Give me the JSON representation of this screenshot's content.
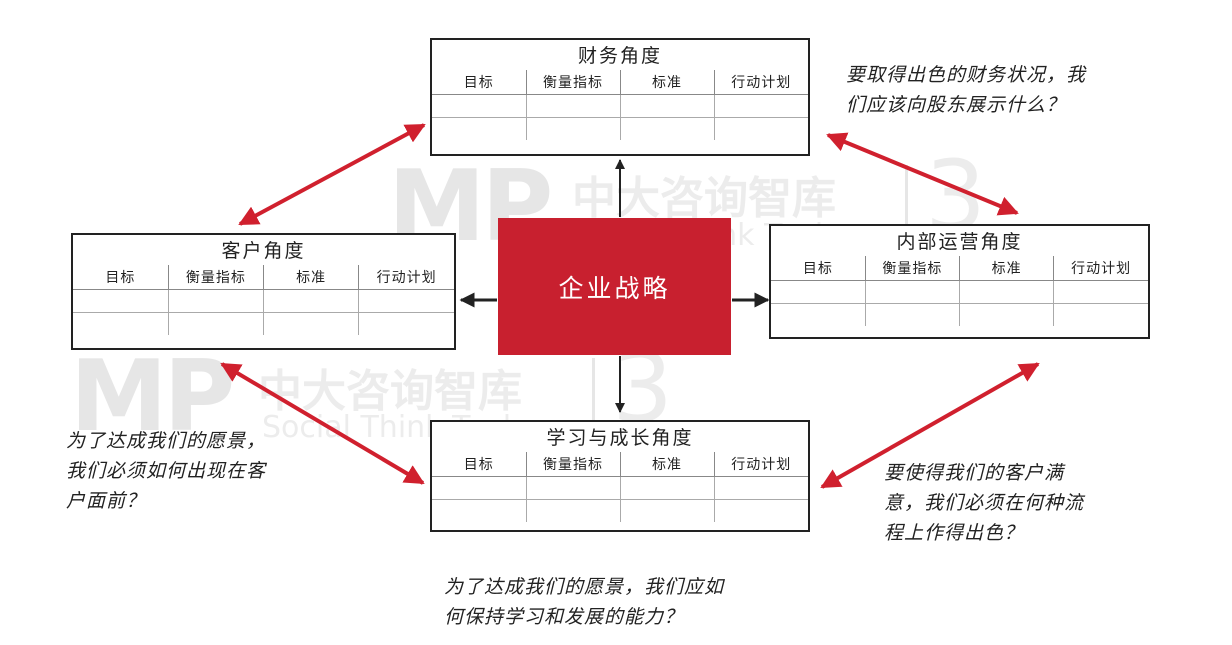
{
  "watermark": {
    "logo": "MP",
    "company": "中大咨询智库",
    "english": "Social Think Tank",
    "mark": "3"
  },
  "center": {
    "label": "企业战略"
  },
  "columns": [
    "目标",
    "衡量指标",
    "标准",
    "行动计划"
  ],
  "boxes": {
    "finance": {
      "title": "财务角度"
    },
    "customer": {
      "title": "客户角度"
    },
    "internal": {
      "title": "内部运营角度"
    },
    "learning": {
      "title": "学习与成长角度"
    }
  },
  "questions": {
    "finance": "要取得出色的财务状况，我\n们应该向股东展示什么？",
    "customer": "为了达成我们的愿景，\n我们必须如何出现在客\n户面前？",
    "internal": "要使得我们的客户满\n意，我们必须在何种流\n程上作得出色？",
    "learning": "为了达成我们的愿景，我们应如\n何保持学习和发展的能力？"
  },
  "colors": {
    "accent": "#c8202f",
    "arrow": "#d0202e",
    "line": "#222222"
  }
}
